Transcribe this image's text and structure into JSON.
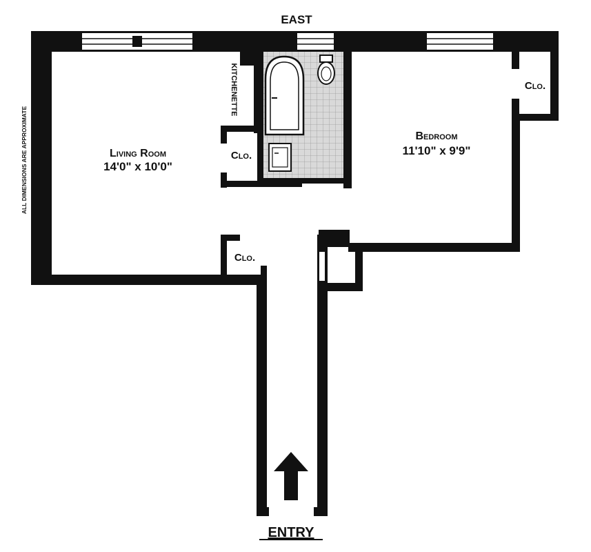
{
  "orientation": {
    "label": "EAST"
  },
  "disclaimer": {
    "text": "ALL DIMENSIONS ARE APPROXIMATE"
  },
  "rooms": {
    "living_room": {
      "name": "Living Room",
      "dimensions": "14'0\" x 10'0\""
    },
    "bedroom": {
      "name": "Bedroom",
      "dimensions": "11'10\" x 9'9\""
    },
    "kitchenette": {
      "name": "KITCHENETTE"
    }
  },
  "closets": {
    "center": {
      "label": "Clo."
    },
    "hall": {
      "label": "Clo."
    },
    "bedroom": {
      "label": "Clo."
    }
  },
  "entry": {
    "label": "ENTRY"
  },
  "icons": {
    "entry_arrow": "arrow-up-icon",
    "bathtub": "bathtub-icon",
    "toilet": "toilet-icon",
    "sink": "sink-icon"
  },
  "colors": {
    "wall": "#111111",
    "bathroom_tile": "#d9d9d9",
    "window": "#ffffff"
  }
}
